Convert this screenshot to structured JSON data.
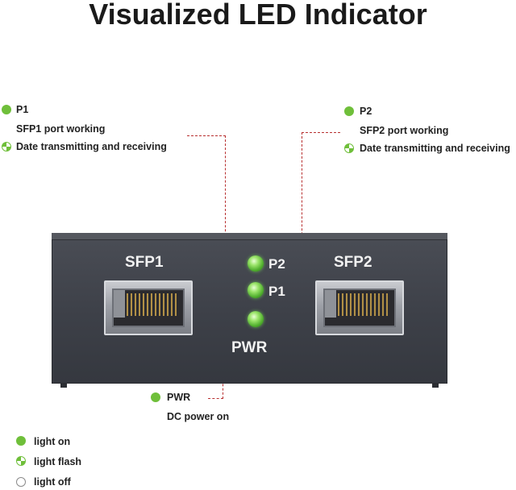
{
  "title": "Visualized LED Indicator",
  "annotations": {
    "p1": {
      "name": "P1",
      "line1": "SFP1 port working",
      "line2": "Date transmitting and receiving"
    },
    "p2": {
      "name": "P2",
      "line1": "SFP2 port working",
      "line2": "Date transmitting and receiving"
    },
    "pwr": {
      "name": "PWR",
      "line1": "DC power on"
    }
  },
  "legend": {
    "on": "light on",
    "flash": "light flash",
    "off": "light off"
  },
  "device": {
    "sfp1": "SFP1",
    "sfp2": "SFP2",
    "led_p2": "P2",
    "led_p1": "P1",
    "led_pwr": "PWR"
  },
  "colors": {
    "led_green": "#6fbf3a",
    "leader_red": "#b83030",
    "panel": "#3d4048"
  }
}
